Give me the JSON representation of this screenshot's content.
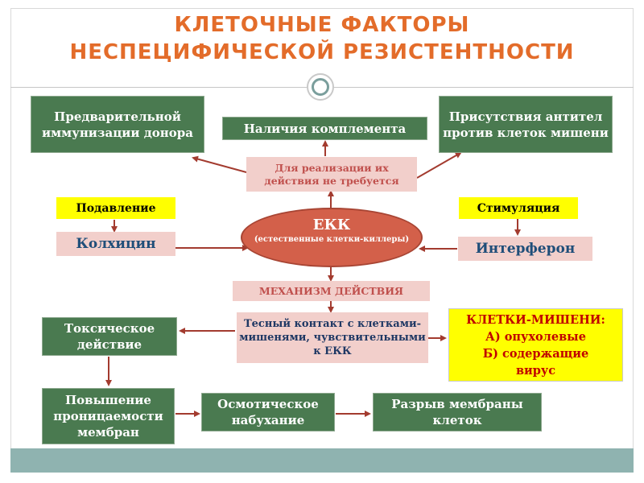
{
  "title": {
    "line1": "КЛЕТОЧНЫЕ  ФАКТОРЫ",
    "line2": "НЕСПЕЦИФИЧЕСКОЙ  РЕЗИСТЕНТНОСТИ"
  },
  "conditions": {
    "left": "Предварительной иммунизации донора",
    "center": "Наличия комплемента",
    "right": "Присутствия антител против клеток мишени",
    "note": "Для реализации их действия не требуется"
  },
  "regulation": {
    "suppression_label": "Подавление",
    "suppressor": "Колхицин",
    "stimulation_label": "Стимуляция",
    "stimulator": "Интерферон"
  },
  "ekk": {
    "abbr": "ЕКК",
    "full": "(естественные клетки-киллеры)"
  },
  "mechanism": {
    "label": "МЕХАНИЗМ  ДЕЙСТВИЯ",
    "contact": "Тесный контакт с клетками-мишенями, чувствительными к ЕКК"
  },
  "targets": {
    "title": "КЛЕТКИ-МИШЕНИ:",
    "item_a": "А) опухолевые",
    "item_b": "Б) содержащие вирус"
  },
  "effects": {
    "toxic": "Токсическое действие",
    "permeability": "Повышение проницаемости мембран",
    "osmotic": "Осмотическое набухание",
    "rupture": "Разрыв мембраны клеток"
  },
  "colors": {
    "title": "#e36c2a",
    "green_box": "#4a7a50",
    "pink_box": "#f2cfcb",
    "ellipse": "#d3604a",
    "arrow": "#a33b2f",
    "highlight": "#ffff00"
  }
}
